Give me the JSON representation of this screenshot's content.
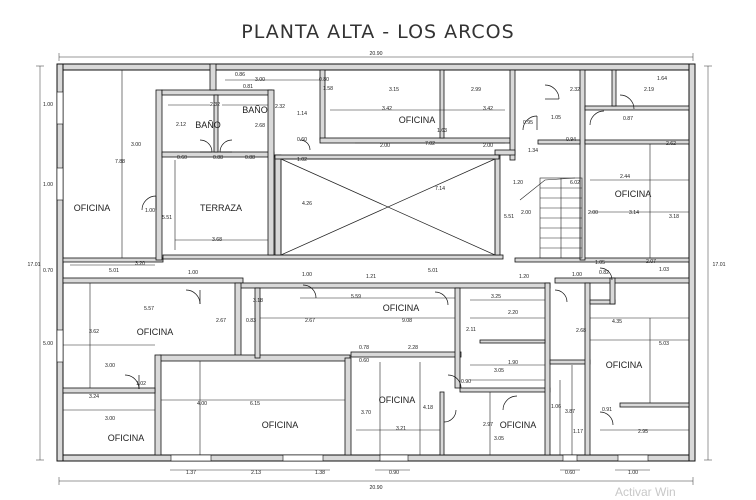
{
  "title": "PLANTA ALTA - LOS ARCOS",
  "watermark": "Activar Win",
  "rooms": {
    "oficina_top": "OFICINA",
    "bano_left": "BAÑO",
    "bano_right": "BAÑO",
    "oficina_left_top": "OFICINA",
    "terraza": "TERRAZA",
    "oficina_right_top": "OFICINA",
    "oficina_left_mid": "OFICINA",
    "oficina_center_mid": "OFICINA",
    "oficina_right_mid": "OFICINA",
    "oficina_left_bottom": "OFICINA",
    "oficina_bottom_big": "OFICINA",
    "oficina_bottom_center": "OFICINA",
    "oficina_bottom_small": "OFICINA"
  },
  "dimensions": {
    "overall_top": "20.90",
    "overall_bottom": "20.90",
    "overall_left": "17.01",
    "overall_right": "17.01",
    "d_086": "0.86",
    "d_300a": "3.00",
    "d_080a": "0.80",
    "d_081": "0.81",
    "d_158": "1.58",
    "d_232a": "2.32",
    "d_232b": "2.32",
    "d_114": "1.14",
    "d_212": "2.12",
    "d_268": "2.68",
    "d_060a": "0.60",
    "d_088a": "0.88",
    "d_088b": "0.88",
    "d_060b": "0.60",
    "d_102": "1.02",
    "d_100a": "1.00",
    "d_100b": "1.00",
    "d_788": "7.88",
    "d_300b": "3.00",
    "d_100c": "1.00",
    "d_551a": "5.51",
    "d_368": "3.68",
    "d_426": "4.26",
    "d_714": "7.14",
    "d_315": "3.15",
    "d_342a": "3.42",
    "d_299": "2.99",
    "d_342b": "3.42",
    "d_163": "1.63",
    "d_200a": "2.00",
    "d_702": "7.02",
    "d_200b": "2.00",
    "d_232c": "2.32",
    "d_164": "1.64",
    "d_219": "2.19",
    "d_105a": "1.05",
    "d_095a": "0.95",
    "d_087a": "0.87",
    "d_094": "0.94",
    "d_134": "1.34",
    "d_262": "2.62",
    "d_120a": "1.20",
    "d_602": "6.02",
    "d_244": "2.44",
    "d_551b": "5.51",
    "d_200c": "2.00",
    "d_200d": "2.00",
    "d_314": "3.14",
    "d_318": "3.18",
    "d_320": "3.20",
    "d_070": "0.70",
    "d_501a": "5.01",
    "d_100d": "1.00",
    "d_100e": "1.00",
    "d_121": "1.21",
    "d_501b": "5.01",
    "d_120b": "1.20",
    "d_100f": "1.00",
    "d_082": "0.82",
    "d_105b": "1.05",
    "d_207": "2.07",
    "d_103": "1.03",
    "d_557": "5.57",
    "d_318b": "3.18",
    "d_559": "5.59",
    "d_325": "3.25",
    "d_362": "3.62",
    "d_500": "5.00",
    "d_267": "2.67",
    "d_083": "0.83",
    "d_267b": "2.67",
    "d_908": "9.08",
    "d_220": "2.20",
    "d_268b": "2.68",
    "d_435": "4.35",
    "d_211": "2.11",
    "d_503": "5.03",
    "d_078": "0.78",
    "d_228": "2.28",
    "d_300c": "3.00",
    "d_060c": "0.60",
    "d_190": "1.90",
    "d_305a": "3.05",
    "d_102b": "1.02",
    "d_090a": "0.90",
    "d_324": "3.24",
    "d_400": "4.00",
    "d_615": "6.15",
    "d_370": "3.70",
    "d_418": "4.18",
    "d_106": "1.06",
    "d_387": "3.87",
    "d_091": "0.91",
    "d_300d": "3.00",
    "d_297": "2.97",
    "d_117": "1.17",
    "d_295": "2.95",
    "d_321": "3.21",
    "d_305b": "3.05",
    "d_137": "1.37",
    "d_213": "2.13",
    "d_138": "1.38",
    "d_090b": "0.90",
    "d_060d": "0.60",
    "d_100g": "1.00"
  }
}
